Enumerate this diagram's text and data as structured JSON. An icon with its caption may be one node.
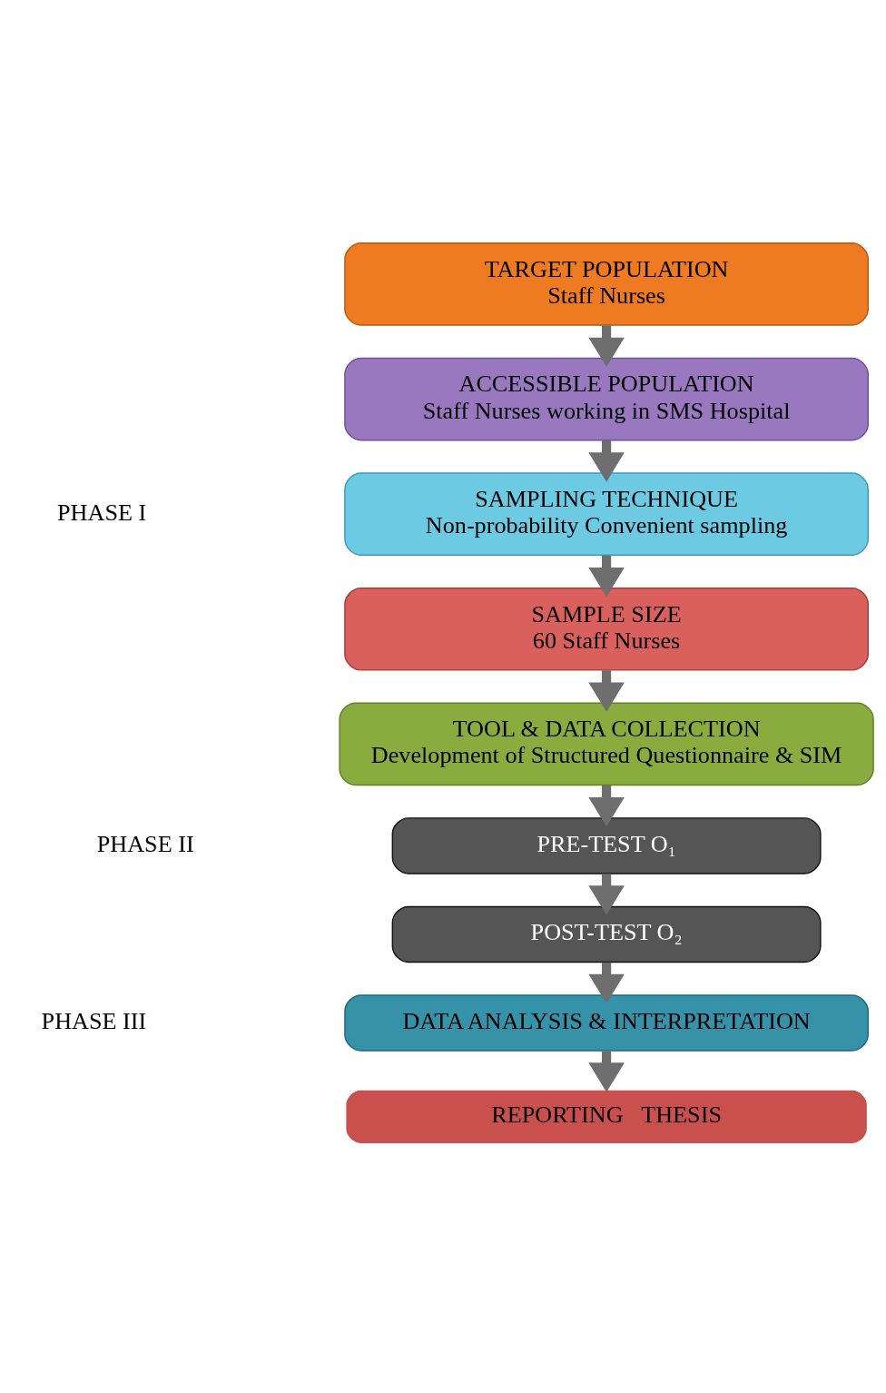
{
  "diagram": {
    "nodes": [
      {
        "text": [
          "TARGET POPULATION",
          "Staff Nurses"
        ]
      },
      {
        "text": [
          "ACCESSIBLE POPULATION",
          "Staff Nurses working in SMS Hospital"
        ]
      },
      {
        "text": [
          "SAMPLING TECHNIQUE",
          "Non-probability Convenient sampling"
        ]
      },
      {
        "text": [
          "SAMPLE SIZE",
          "60 Staff Nurses"
        ]
      },
      {
        "text": [
          "TOOL & DATA COLLECTION",
          "Development of Structured Questionnaire & SIM"
        ]
      },
      {
        "text": [
          "PRE-TEST O₁"
        ]
      },
      {
        "text": [
          "POST-TEST O₂"
        ]
      },
      {
        "text": [
          "DATA ANALYSIS & INTERPRETATION"
        ]
      },
      {
        "text": [
          "REPORTING   THESIS"
        ]
      }
    ],
    "edges": [
      {
        "from": 0,
        "to": 1,
        "arrow": "to"
      },
      {
        "from": 1,
        "to": 2,
        "arrow": "to"
      },
      {
        "from": 2,
        "to": 3,
        "arrow": "to"
      },
      {
        "from": 3,
        "to": 4,
        "arrow": "to"
      },
      {
        "from": 4,
        "to": 5,
        "arrow": "to"
      },
      {
        "from": 5,
        "to": 6,
        "arrow": "to"
      },
      {
        "from": 6,
        "to": 7,
        "arrow": "to"
      },
      {
        "from": 7,
        "to": 8,
        "arrow": "to"
      }
    ],
    "labels": [
      "PHASE I",
      "PHASE II",
      "PHASE III"
    ]
  }
}
